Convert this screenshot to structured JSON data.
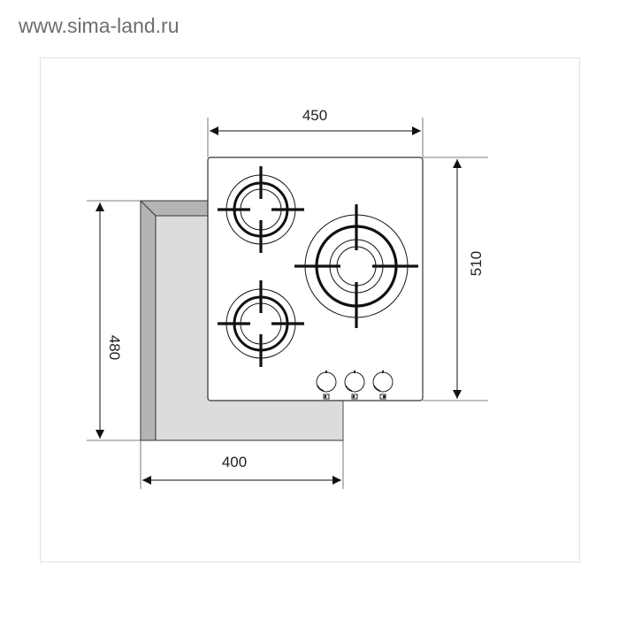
{
  "watermark": "www.sima-land.ru",
  "dimensions": {
    "hob_width": "450",
    "hob_depth": "510",
    "cutout_depth": "480",
    "cutout_width": "400"
  },
  "colors": {
    "frame": "#dcdcdc",
    "cutout_dark": "#b4b4b4",
    "cutout_light": "#dcdcdc",
    "line": "#111111"
  }
}
